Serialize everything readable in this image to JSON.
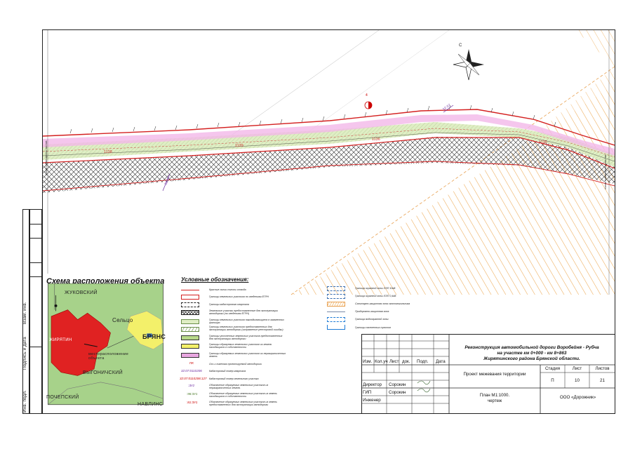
{
  "frame_labels": {
    "left_strip": [
      "Инв. подл.",
      "Подпись и дата",
      "Взам. инв."
    ],
    "map_edge_left": "линия совмещения листов",
    "map_edge_right": "линия совмещения листов"
  },
  "map": {
    "compass_label": "С",
    "marker_label": "4",
    "parcel_labels": [
      "1138",
      "1139",
      "1136",
      "1135"
    ],
    "cadastral_labels": [
      "32:07",
      "32:07"
    ]
  },
  "inset": {
    "title": "Схема расположения объекта",
    "places": {
      "north": "ЖУКОВСКИЙ",
      "selco": "Сельцо",
      "bryansk": "БРЯНС",
      "zhiryatino": "ЖИРЯТИН",
      "object": "месторасположение объекта",
      "vygonichi": "ВЫГОНИЧСКИЙ",
      "pochep": "ПОЧЕПСКИЙ",
      "navlya": "НАВЛИНС"
    }
  },
  "legend": {
    "title": "Условные обозначения:",
    "items_left": [
      "Красные линии полосы отвода",
      "Границы земельных участков по сведениям ЕГРН",
      "Границы кадастрового квартала",
      "Земельные участки предоставленные для эксплуатации автодороги (по сведениям ЕГРН)",
      "Границы земельных участков накладывающиеся в заявленных границах",
      "Границы земельных участков предоставленных для эксплуатации автодороги (исправление реестровой ошибки)",
      "Границы уточненных земельных участков предоставленных для эксплуатации автодороги",
      "Границы образуемых земельных участков из земель находящихся в собственности",
      "Границы образуемых земельных участков из неразграниченных земель",
      "Ось и пикетаж проектируемой автодороги",
      "Кадастровый номер квартала",
      "Кадастровый номер земельного участка",
      "Обозначение образуемых земельных участков из неразграниченных земель",
      "Обозначение образуемых земельных участков из земель находящихся в собственности",
      "Обозначение образуемых земельных участков из земель предоставленных для эксплуатации автодороги"
    ],
    "codes": {
      "pk": "ПК",
      "quarter": "32:07:0110206",
      "parcel": "32:07:0110206:127",
      "zu1": ":ЗУ2",
      "zu2": ":98:ЗУ1",
      "zu3": ":81:ЗУ1"
    },
    "items_right": [
      "Граница охранной зоны ЛЭП 10кВ",
      "Граница охранной зоны ЛЭП 0,4кВ",
      "Санитарно-защитная зона скотомогильника",
      "Придорожно-защитная зона",
      "Граница водоохранной зоны",
      "Границы населенных пунктов"
    ]
  },
  "title_block": {
    "project": "Реконструкция автомобильной дороги Воробейня - Рубча на участке км 0+000 - км 8+863 Жирятинского района Брянской области.",
    "project_lines": [
      "Реконструкция автомобильной дороги Воробейня - Рубча",
      "на участке км 0+000 - км 8+863",
      "Жирятинского района Брянской области."
    ],
    "headers": [
      "Изм.",
      "Кол.уч",
      "Лист",
      "док.",
      "Подп.",
      "Дата"
    ],
    "stage_headers": [
      "Стадия",
      "Лист",
      "Листов"
    ],
    "stage_values": [
      "П",
      "10",
      "21"
    ],
    "section": "Проект межевания территории",
    "sheet_name_lines": [
      "План М1:1000.",
      "чертеж"
    ],
    "org": "ООО «Дорожник»",
    "roles": [
      {
        "role": "Директор",
        "name": "Сорокин"
      },
      {
        "role": "ГИП",
        "name": "Сорокин"
      },
      {
        "role": "Инженер",
        "name": ""
      }
    ]
  }
}
